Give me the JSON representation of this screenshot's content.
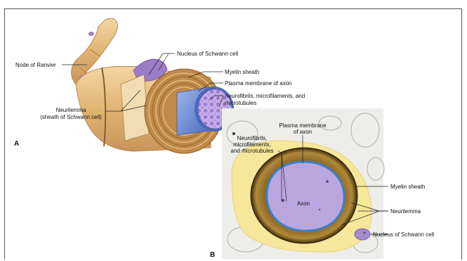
{
  "panels": {
    "a": "A",
    "b": "B"
  },
  "diagram_a": {
    "node_of_ranvier": "Node of Ranvier",
    "nucleus": "Nucleus of Schwann cell",
    "myelin": "Myelin sheath",
    "plasma": "Plasma membrane of axon",
    "neuro_1": "Neurofibrils, microfilaments, and",
    "neuro_2": "microtubules",
    "neurilemma_1": "Neurilemma",
    "neurilemma_2": "(sheath of Schwann cell)"
  },
  "micrograph_b": {
    "plasma_1": "Plasma membrane",
    "plasma_2": "of axon",
    "neuro_1": "Neurofibrils,",
    "neuro_2": "microfilaments,",
    "neuro_3": "and microtubules",
    "axon": "Axon",
    "myelin": "Myelin sheath",
    "neurilemma": "Neurilemma",
    "nucleus": "Nucleus of Schwann cell"
  },
  "colors": {
    "schwann": "#e8c48a",
    "myelin_dark": "#6b4a14",
    "axon_blue": "#6d8fd6",
    "axon_lilac": "#b9a6df",
    "nucleus_purple": "#9b7cc6",
    "neurilemma_yellow": "#f6e79a"
  }
}
